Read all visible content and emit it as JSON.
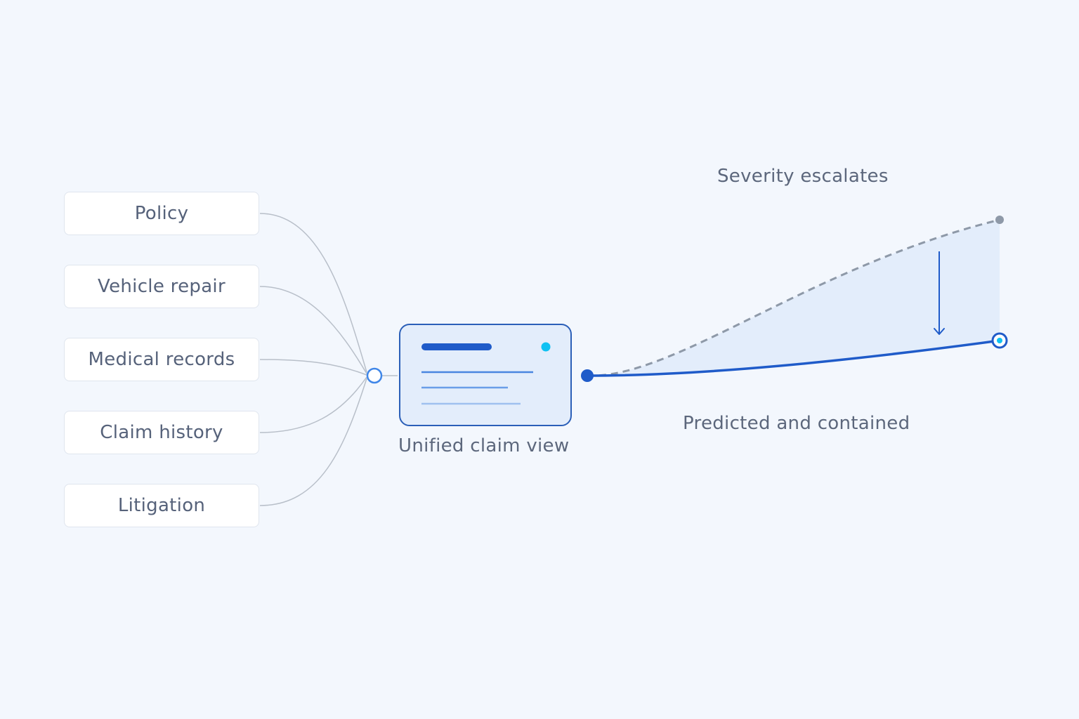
{
  "sources": [
    {
      "label": "Policy"
    },
    {
      "label": "Vehicle repair"
    },
    {
      "label": "Medical records"
    },
    {
      "label": "Claim history"
    },
    {
      "label": "Litigation"
    }
  ],
  "hub": {
    "caption": "Unified claim view"
  },
  "outcomes": {
    "escalated_label": "Severity escalates",
    "contained_label": "Predicted and contained"
  },
  "colors": {
    "background": "#f3f7fd",
    "accent": "#1f5bc9",
    "accent_light": "#e3edfb",
    "highlight": "#0fc1f2",
    "muted_line": "#8e99a8",
    "connector": "#b8bfc9",
    "text": "#56627a"
  }
}
